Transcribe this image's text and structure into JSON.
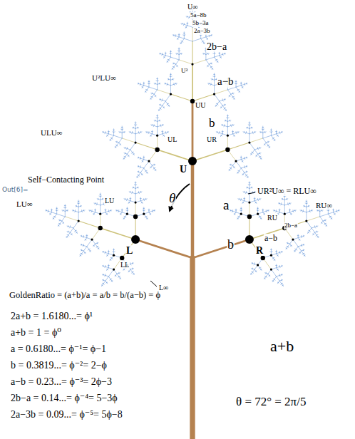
{
  "diagram": {
    "labels": [
      "Out[6]=",
      "U∞",
      "5a−8b",
      "5b−3a",
      "2a−3b",
      "2b−a",
      "U³",
      "a−b",
      "U²LU∞",
      "UU",
      "b",
      "ULU∞",
      "UL",
      "UR",
      "U",
      "Self−Contacting Point",
      "a",
      "UR²U∞ = RLU∞",
      "LU∞",
      "RU∞",
      "θ",
      "LU",
      "RU",
      "2b−a",
      "a−b",
      "L",
      "R",
      "b",
      "LL",
      "L∞",
      "a+b",
      "GoldenRatio = (a+b)/a = a/b = b/(a−b) = ϕ",
      "2a+b = 1.6180...= ϕ¹",
      "a+b = 1 = ϕ⁰",
      "a = 0.6180...= ϕ⁻¹= ϕ−1",
      "b = 0.3819...= ϕ⁻²= 2−ϕ",
      "a−b = 0.23...= ϕ⁻³= 2ϕ−3",
      "2b−a = 0.14...= ϕ⁻⁴= 5−3ϕ",
      "2a−3b = 0.09...= ϕ⁻⁵= 5ϕ−8",
      "θ = 72° = 2π/5"
    ]
  }
}
